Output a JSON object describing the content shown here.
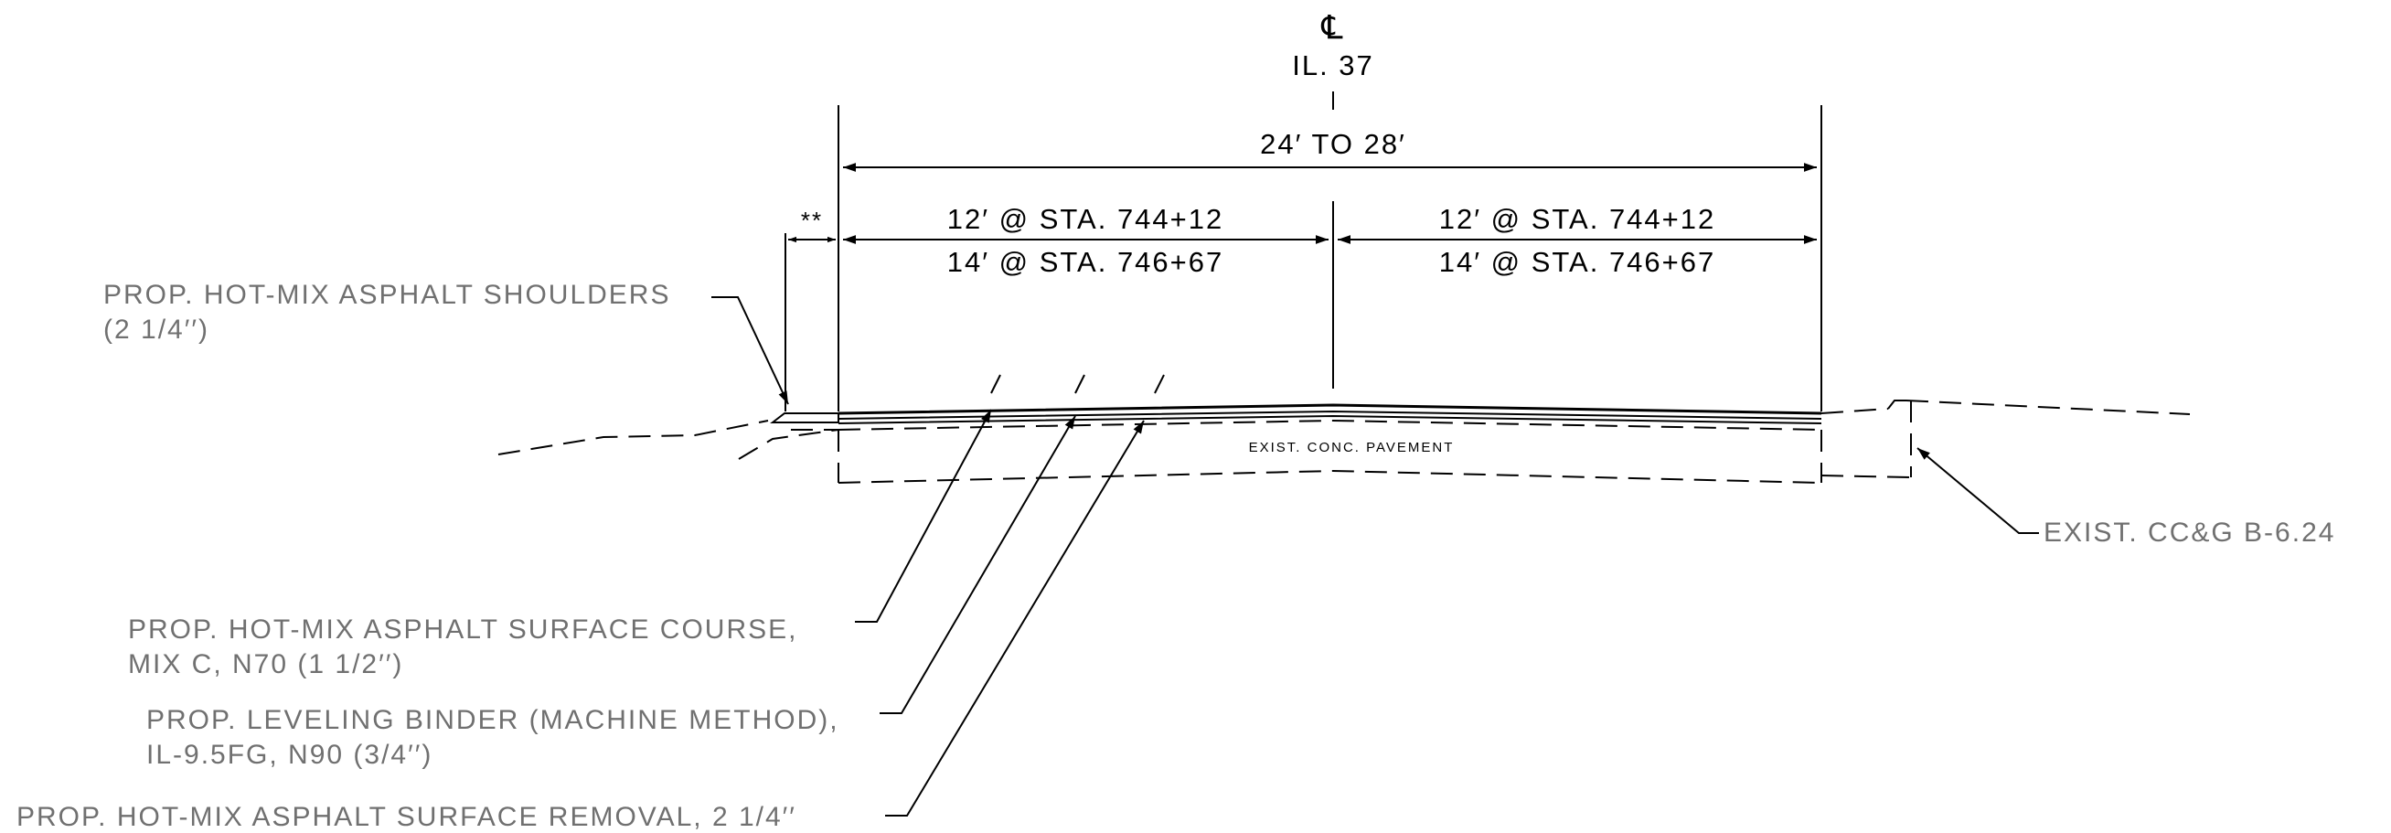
{
  "centerline": {
    "symbol": "℄",
    "route": "IL. 37"
  },
  "dimensions": {
    "overall": "24′ TO 28′",
    "shoulder": "**",
    "left_lane_top": "12′ @ STA. 744+12",
    "left_lane_bottom": "14′ @ STA. 746+67",
    "right_lane_top": "12′ @ STA. 744+12",
    "right_lane_bottom": "14′ @ STA. 746+67"
  },
  "labels": {
    "shoulders_1": "PROP. HOT-MIX ASPHALT SHOULDERS",
    "shoulders_2": "(2 1/4′′)",
    "existing_pavement": "EXIST. CONC. PAVEMENT",
    "curb_gutter": "EXIST. CC&G B-6.24",
    "surface_course_1": "PROP. HOT-MIX ASPHALT SURFACE COURSE,",
    "surface_course_2": "MIX C, N70 (1 1/2′′)",
    "leveling_binder_1": "PROP. LEVELING BINDER (MACHINE METHOD),",
    "leveling_binder_2": "IL-9.5FG, N90 (3/4′′)",
    "surface_removal": "PROP. HOT-MIX ASPHALT SURFACE REMOVAL, 2 1/4′′"
  },
  "colors": {
    "linework": "#000000",
    "label_gray": "#707070",
    "dimension_text": "#000000"
  }
}
